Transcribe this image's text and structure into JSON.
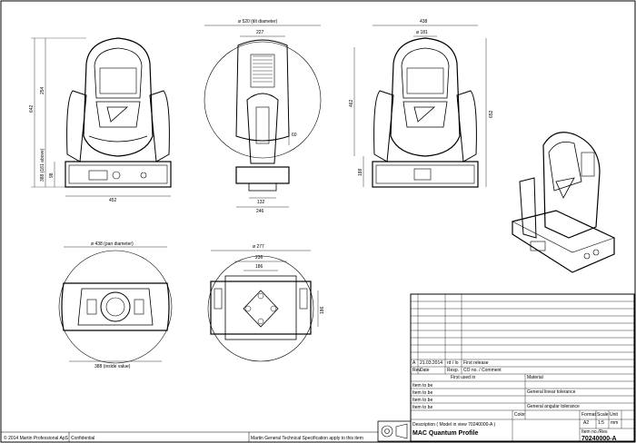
{
  "dims": {
    "front_height": "642",
    "front_upper": "254",
    "front_lower": "388  (181 above)",
    "front_base_h": "98",
    "front_width": "452",
    "side_swing": "ø 520  (tilt diameter)",
    "side_head_w": "227",
    "side_tilt": "60",
    "side_base_w": "132",
    "side_base_total": "246",
    "rear_top_w": "438",
    "rear_top_small": "ø 181",
    "rear_height": "462",
    "rear_total": "652",
    "rear_lower": "188",
    "bottom_pan": "ø 438  (pan diameter)",
    "bottom_clear": "388  (inside value)",
    "top_diam": "ø 277",
    "top_inner": "236",
    "top_small": "186",
    "top_side": "186"
  },
  "title_block": {
    "rev_a": "A",
    "rev_date": "21.03.2014",
    "rev_initials": "rd / lo",
    "rev_text": "First release",
    "hdr_rev": "Rev.",
    "hdr_date": "Date",
    "hdr_resp": "Resp.",
    "hdr_co": "CO no. / Comment",
    "first_used": "First used in",
    "material": "Material",
    "item_to_be_1": "Item to be",
    "item_to_be_2": "Item to be",
    "item_to_be_3": "Item to be",
    "item_to_be_4": "Item to be",
    "linear_tol": "General linear tolerance",
    "angular_tol": "General angular tolerance",
    "color": "Color",
    "description_label": "Description ( Model in view 70240000-A )",
    "description": "MAC Quantum Profile",
    "format_label": "Format",
    "format": "A2",
    "scale_label": "Scale",
    "scale": "1:5",
    "unit_label": "Unit",
    "unit": "mm",
    "item_no_label": "Item no./Rev.",
    "item_no": "70240000-A"
  },
  "footer": {
    "copyright": "© 2014 Martin Professional ApS",
    "confidential": "Confidential",
    "spec_note": "Martin General Technical Specification apply to this item"
  }
}
